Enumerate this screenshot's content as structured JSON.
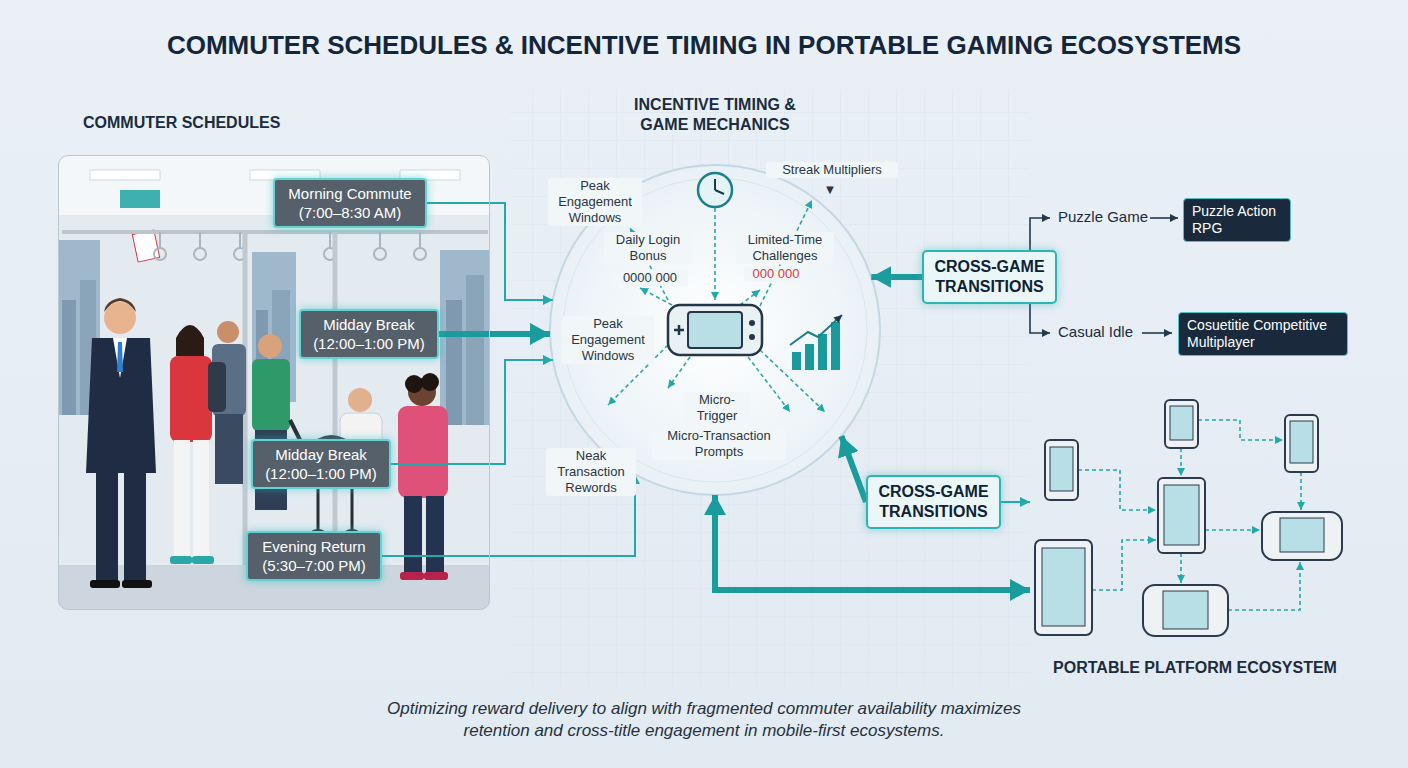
{
  "diagram": {
    "title": "COMMUTER SCHEDULES & INCENTIVE TIMING IN PORTABLE GAMING ECOSYSTEMS",
    "caption": "Optimizing reward delivery to align with fragmented commuter availability maximizes retention and cross-title engagement in mobile-first ecosystems.",
    "nodes": [
      {
        "text": [
          "COMMUTER SCHEDULES"
        ]
      },
      {
        "text": [
          "Morning Commute (7:00–8:30 AM)"
        ],
        "in": 0
      },
      {
        "text": [
          "Midday Break (12:00–1:00 PM)"
        ],
        "in": 0
      },
      {
        "text": [
          "Midday Break (12:00–1:00 PM)"
        ],
        "in": 0
      },
      {
        "text": [
          "Evening Return (5:30–7:00 PM)"
        ],
        "in": 0
      },
      {
        "text": [
          "INCENTIVE TIMING & GAME MECHANICS"
        ]
      },
      {
        "text": [
          "CROSS-GAME TRANSITIONS"
        ]
      },
      {
        "text": [
          "Puzzle Action RPG"
        ]
      },
      {
        "text": [
          "Cosuetitie Competitive Multiplayer"
        ]
      },
      {
        "text": [
          "CROSS-GAME TRANSITIONS"
        ]
      },
      {
        "text": [
          "PORTABLE PLATFORM ECOSYSTEM"
        ]
      }
    ],
    "edges": [
      {
        "from": 1,
        "to": 5,
        "arrow": "to"
      },
      {
        "from": 2,
        "to": 5,
        "arrow": "to"
      },
      {
        "from": 3,
        "to": 5,
        "arrow": "to"
      },
      {
        "from": 4,
        "to": 5,
        "arrow": "to"
      },
      {
        "from": 6,
        "to": 5,
        "arrow": "to"
      },
      {
        "from": 9,
        "to": 5,
        "arrow": "to"
      },
      {
        "from": 9,
        "to": 10,
        "arrow": "to"
      },
      {
        "from": 5,
        "to": 10,
        "arrow": "both"
      }
    ],
    "labels": [
      "Peak Engagement Windows",
      "Streak Multipliers",
      "▼",
      "Daily Login Bonus",
      "0000 000",
      "Limited-Time Challenges",
      "000 000",
      "Peak Engagement Windows",
      "Micro- Trigger",
      "Micro-Transaction Prompts",
      "Neak Transaction Rewords",
      "Puzzle Game",
      "Casual Idle"
    ]
  }
}
